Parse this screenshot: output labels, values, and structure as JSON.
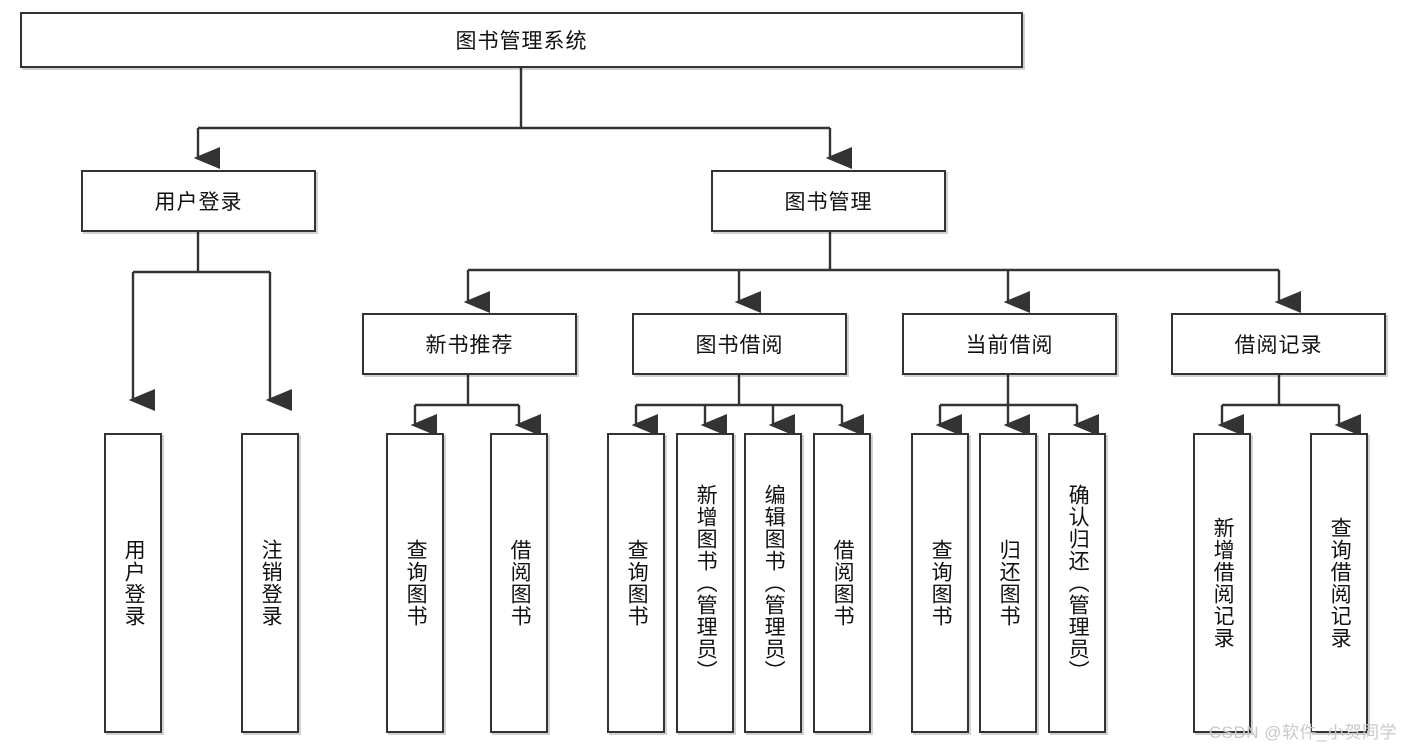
{
  "diagram": {
    "type": "tree-hierarchy-diagram",
    "title": "图书管理系统",
    "watermark": "CSDN @软件_小贺同学",
    "colors": {
      "stroke": "#333333",
      "background": "#ffffff",
      "text": "#111111",
      "watermark": "#c9c9c9"
    },
    "levels": {
      "root": {
        "label": "图书管理系统"
      },
      "level2": [
        {
          "label": "用户登录"
        },
        {
          "label": "图书管理"
        }
      ],
      "level3": [
        {
          "label": "新书推荐"
        },
        {
          "label": "图书借阅"
        },
        {
          "label": "当前借阅"
        },
        {
          "label": "借阅记录"
        }
      ]
    },
    "leaves": {
      "user_login": [
        {
          "label": "用户登录"
        },
        {
          "label": "注销登录"
        }
      ],
      "new_book_recommend": [
        {
          "label": "查询图书"
        },
        {
          "label": "借阅图书"
        }
      ],
      "book_borrow": [
        {
          "label": "查询图书"
        },
        {
          "label": "新增图书（管理员）"
        },
        {
          "label": "编辑图书（管理员）"
        },
        {
          "label": "借阅图书"
        }
      ],
      "current_borrow": [
        {
          "label": "查询图书"
        },
        {
          "label": "归还图书"
        },
        {
          "label": "确认归还（管理员）"
        }
      ],
      "borrow_record": [
        {
          "label": "新增借阅记录"
        },
        {
          "label": "查询借阅记录"
        }
      ]
    }
  }
}
